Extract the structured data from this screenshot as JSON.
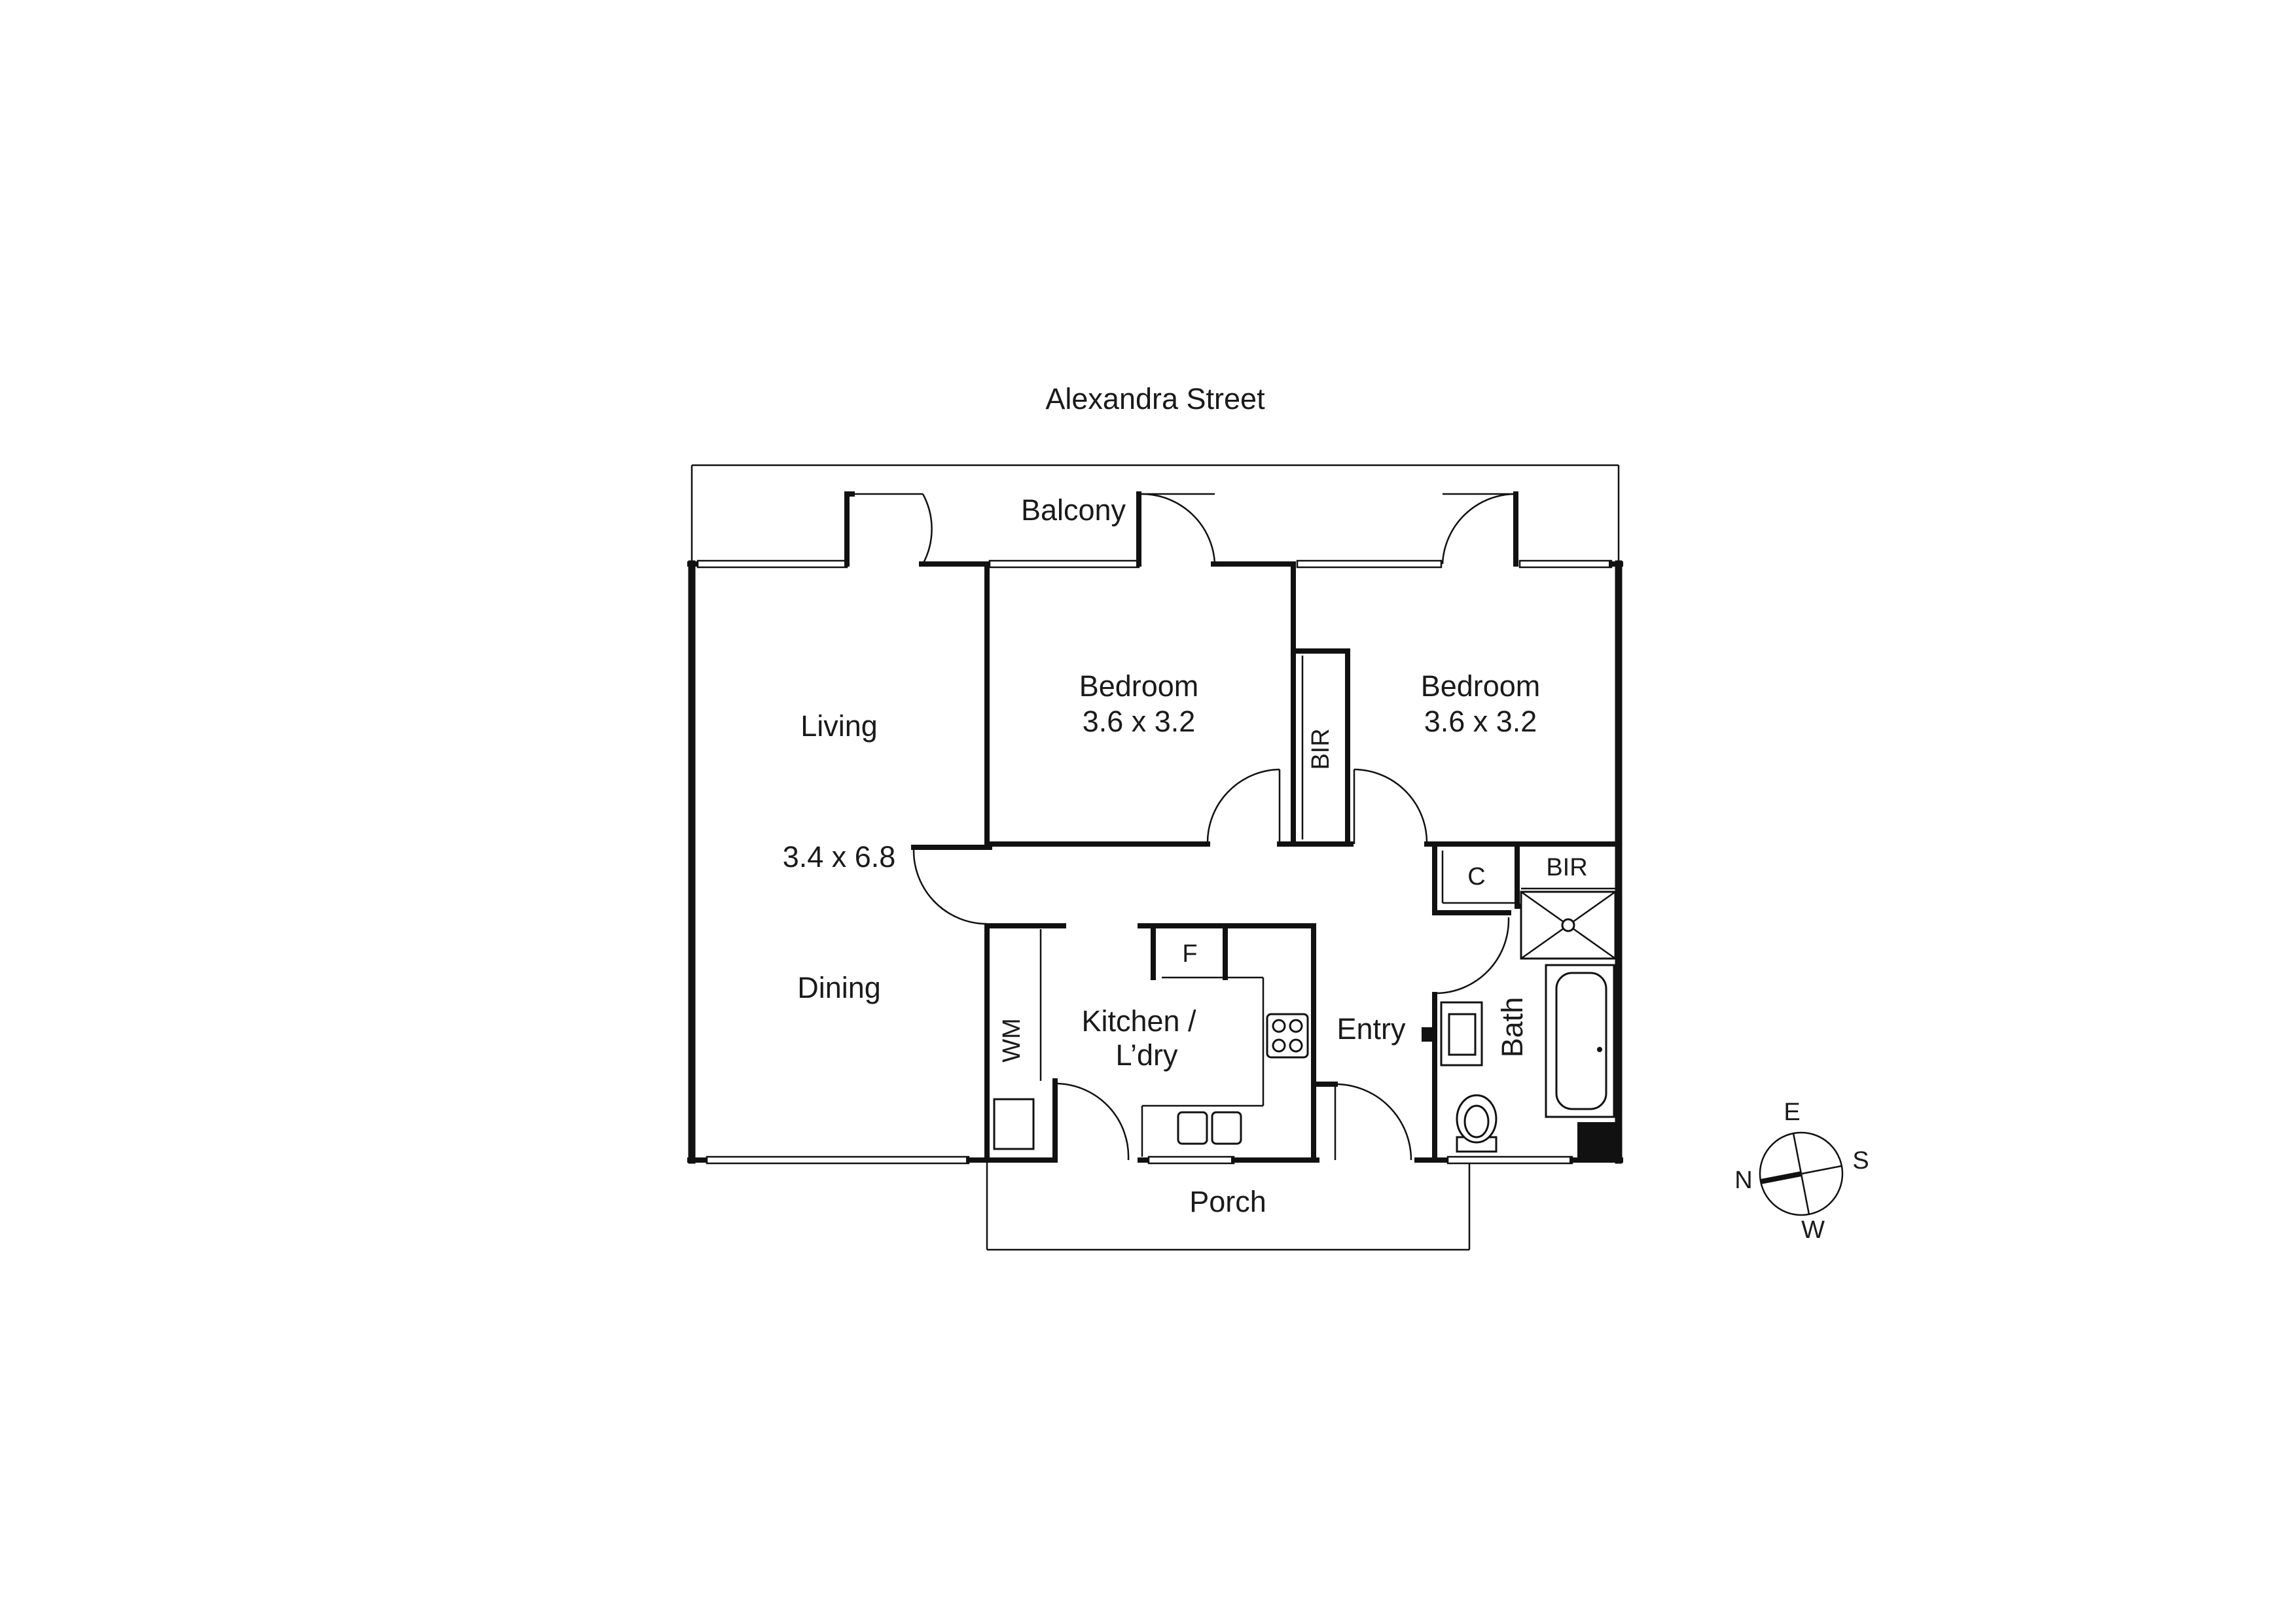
{
  "street": "Alexandra Street",
  "rooms": {
    "balcony": "Balcony",
    "living": "Living",
    "living_size": "3.4 x 6.8",
    "dining": "Dining",
    "bedroom1": "Bedroom",
    "bedroom1_size": "3.6 x 3.2",
    "bedroom2": "Bedroom",
    "bedroom2_size": "3.6 x 3.2",
    "bir_center": "BIR",
    "bir_right": "BIR",
    "cupboard": "C",
    "fridge": "F",
    "washing_machine": "WM",
    "kitchen_line1": "Kitchen /",
    "kitchen_line2": "L’dry",
    "entry": "Entry",
    "bath": "Bath",
    "porch": "Porch"
  },
  "compass": {
    "north": "N",
    "east": "E",
    "south": "S",
    "west": "W"
  }
}
